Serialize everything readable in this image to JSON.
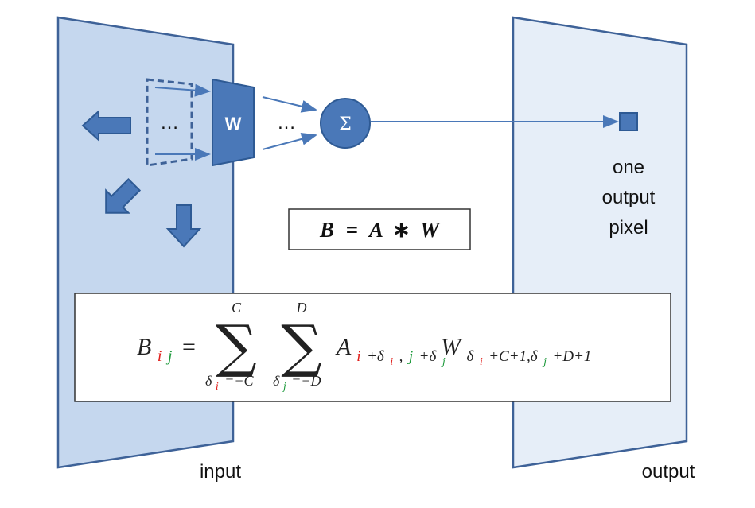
{
  "panels": {
    "input_label": "input",
    "output_label": "output"
  },
  "kernel": {
    "w_label": "W",
    "dots_in_window": "…",
    "dots_between": "…",
    "sum_symbol": "Σ"
  },
  "output_pixel": {
    "line1": "one",
    "line2": "output",
    "line3": "pixel"
  },
  "formula_short": {
    "B": "B",
    "eq": "=",
    "A": "A",
    "star": "∗",
    "W": "W"
  },
  "formula": {
    "lhs_B": "B",
    "lhs_i": "i",
    "lhs_j": "j",
    "eq": "=",
    "sum_symbol": "∑",
    "sum1_top": "C",
    "sum1_bot_delta": "δ",
    "sum1_bot_i": "i",
    "sum1_bot_rest": "=−C",
    "sum2_top": "D",
    "sum2_bot_delta": "δ",
    "sum2_bot_j": "j",
    "sum2_bot_rest": "=−D",
    "A": "A",
    "A_i": "i",
    "A_plus1": "+δ",
    "A_di": "i",
    "A_comma": ",",
    "A_j": "j",
    "A_plus2": "+δ",
    "A_dj": "j",
    "W": "W",
    "W_delta1": "δ",
    "W_di": "i",
    "W_mid": "+C+1,δ",
    "W_dj": "j",
    "W_end": "+D+1"
  },
  "colors": {
    "panel_fill": "#c5d7ee",
    "panel_fill_output": "#e6eef8",
    "panel_stroke": "#3e6298",
    "accent": "#4a78b8",
    "index_red": "#e0201c",
    "index_green": "#1e9a3c"
  }
}
